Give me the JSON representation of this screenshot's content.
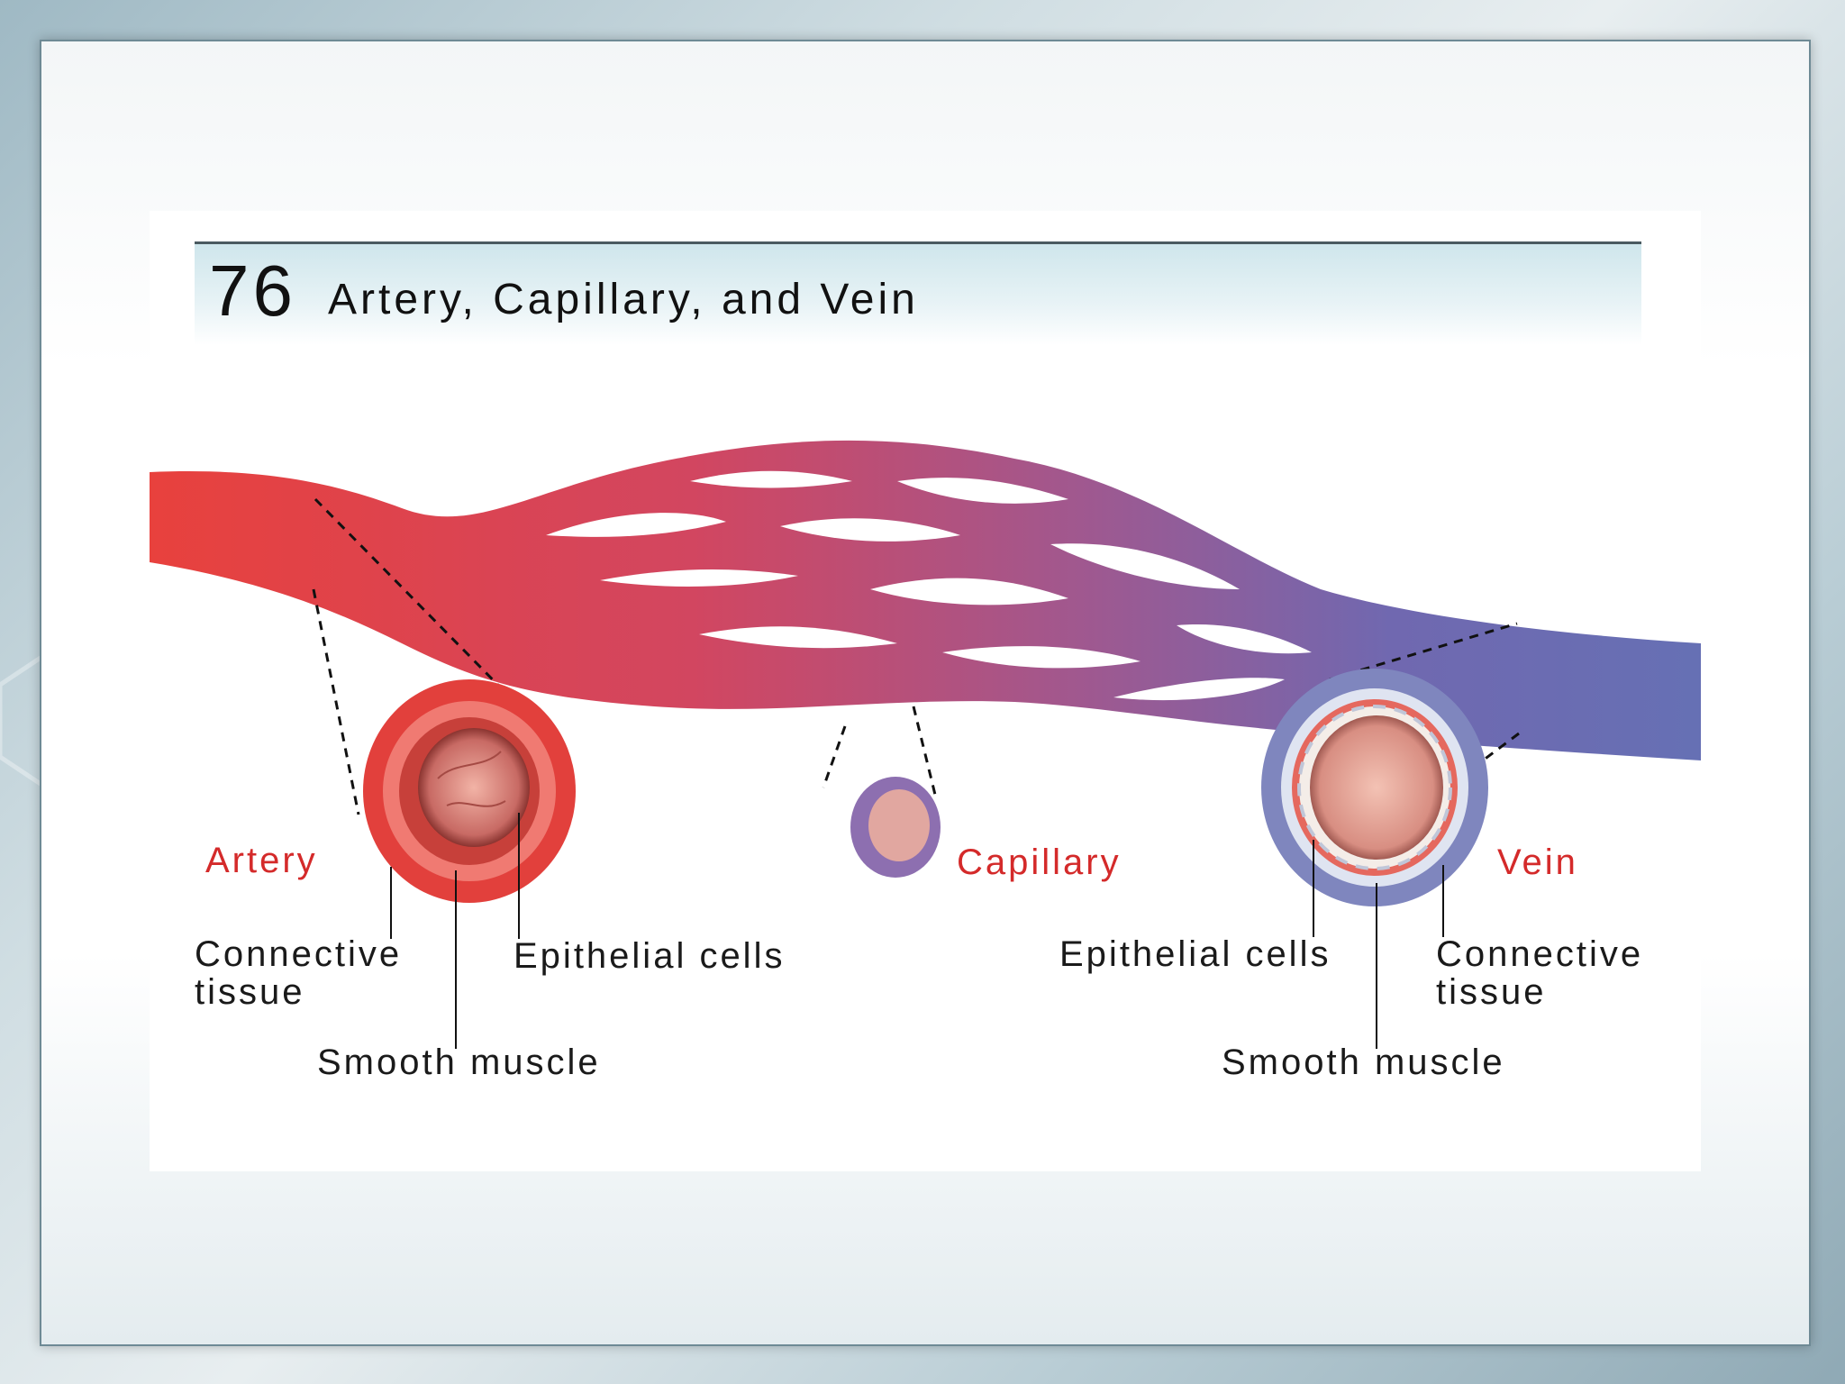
{
  "figure": {
    "number": "76",
    "title": "Artery, Capillary, and Vein"
  },
  "labels": {
    "artery": "Artery",
    "capillary": "Capillary",
    "vein": "Vein",
    "artery_connective": "Connective\ntissue",
    "artery_smooth_muscle": "Smooth muscle",
    "artery_epithelial": "Epithelial cells",
    "vein_epithelial": "Epithelial cells",
    "vein_connective": "Connective\ntissue",
    "vein_smooth_muscle": "Smooth muscle"
  },
  "colors": {
    "artery_red": "#e2403c",
    "capillary_purple": "#a0588f",
    "vein_blue": "#6a74b6",
    "label_red": "#d42a2a"
  }
}
